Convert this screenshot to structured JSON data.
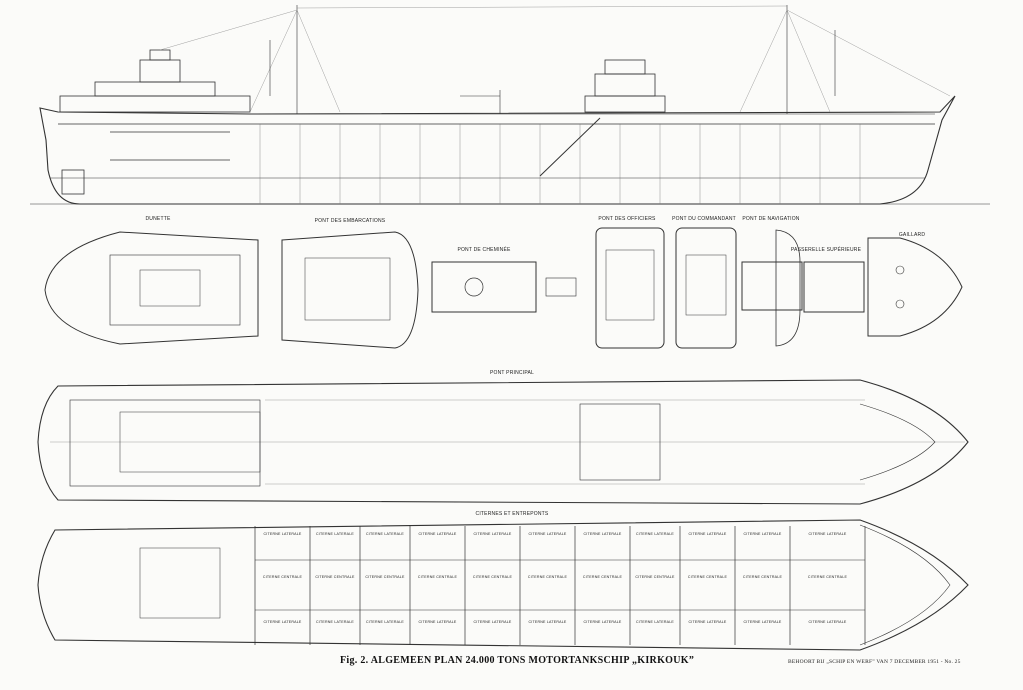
{
  "figure": {
    "caption": "Fig. 2.  ALGEMEEN PLAN 24.000 TONS MOTORTANKSCHIP „KIRKOUK”",
    "credit": "BEHOORT BIJ „SCHIP EN WERF” VAN 7 DECEMBER 1951 - No. 25"
  },
  "deck_labels": {
    "dunette": "DUNETTE",
    "embarcations": "PONT DES EMBARCATIONS",
    "cheminee": "PONT DE CHEMINÉE",
    "officiers": "PONT DES OFFICIERS",
    "commandant": "PONT DU COMMANDANT",
    "navigation": "PONT DE NAVIGATION",
    "passerelle": "PASSERELLE SUPÉRIEURE",
    "gaillard": "GAILLARD",
    "principal": "PONT PRINCIPAL",
    "citernes": "CITERNES ET ENTREPONTS"
  },
  "tank_labels": {
    "laterale": "CITERNE LATERALE",
    "centrale": "CITERNE CENTRALE"
  }
}
